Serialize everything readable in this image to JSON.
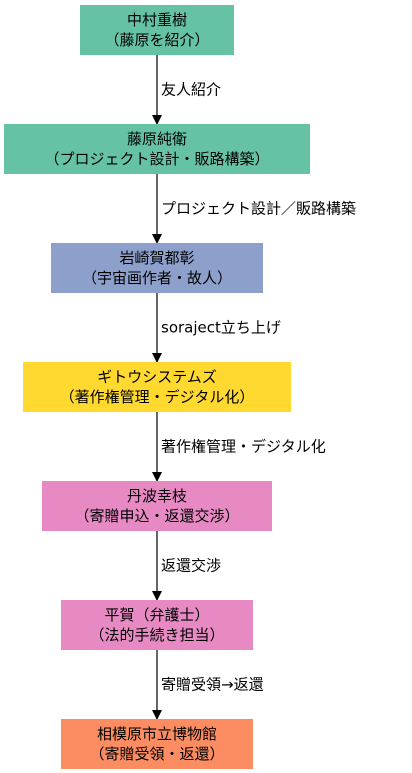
{
  "colors": {
    "green": "#66c2a5",
    "blue": "#8da0cb",
    "yellow": "#ffd92f",
    "pink": "#e78ac3",
    "orange": "#fc8d62",
    "edge": "#000000"
  },
  "nodes": [
    {
      "id": "nakamura",
      "line1": "中村重樹",
      "line2": "（藤原を紹介）",
      "color": "green"
    },
    {
      "id": "fujiwara",
      "line1": "藤原純衛",
      "line2": "（プロジェクト設計・販路構築）",
      "color": "green"
    },
    {
      "id": "iwasaki",
      "line1": "岩崎賀都彰",
      "line2": "（宇宙画作者・故人）",
      "color": "blue"
    },
    {
      "id": "gitou",
      "line1": "ギトウシステムズ",
      "line2": "（著作権管理・デジタル化）",
      "color": "yellow"
    },
    {
      "id": "tanba",
      "line1": "丹波幸枝",
      "line2": "（寄贈申込・返還交渉）",
      "color": "pink"
    },
    {
      "id": "hiraga",
      "line1": "平賀（弁護士）",
      "line2": "（法的手続き担当）",
      "color": "pink"
    },
    {
      "id": "sagamihara",
      "line1": "相模原市立博物館",
      "line2": "（寄贈受領・返還）",
      "color": "orange"
    }
  ],
  "edges": [
    {
      "from": "nakamura",
      "to": "fujiwara",
      "label": "友人紹介"
    },
    {
      "from": "fujiwara",
      "to": "iwasaki",
      "label": "プロジェクト設計／販路構築"
    },
    {
      "from": "iwasaki",
      "to": "gitou",
      "label": "soraject立ち上げ"
    },
    {
      "from": "gitou",
      "to": "tanba",
      "label": "著作権管理・デジタル化"
    },
    {
      "from": "tanba",
      "to": "hiraga",
      "label": "返還交渉"
    },
    {
      "from": "hiraga",
      "to": "sagamihara",
      "label": "寄贈受領→返還"
    }
  ]
}
